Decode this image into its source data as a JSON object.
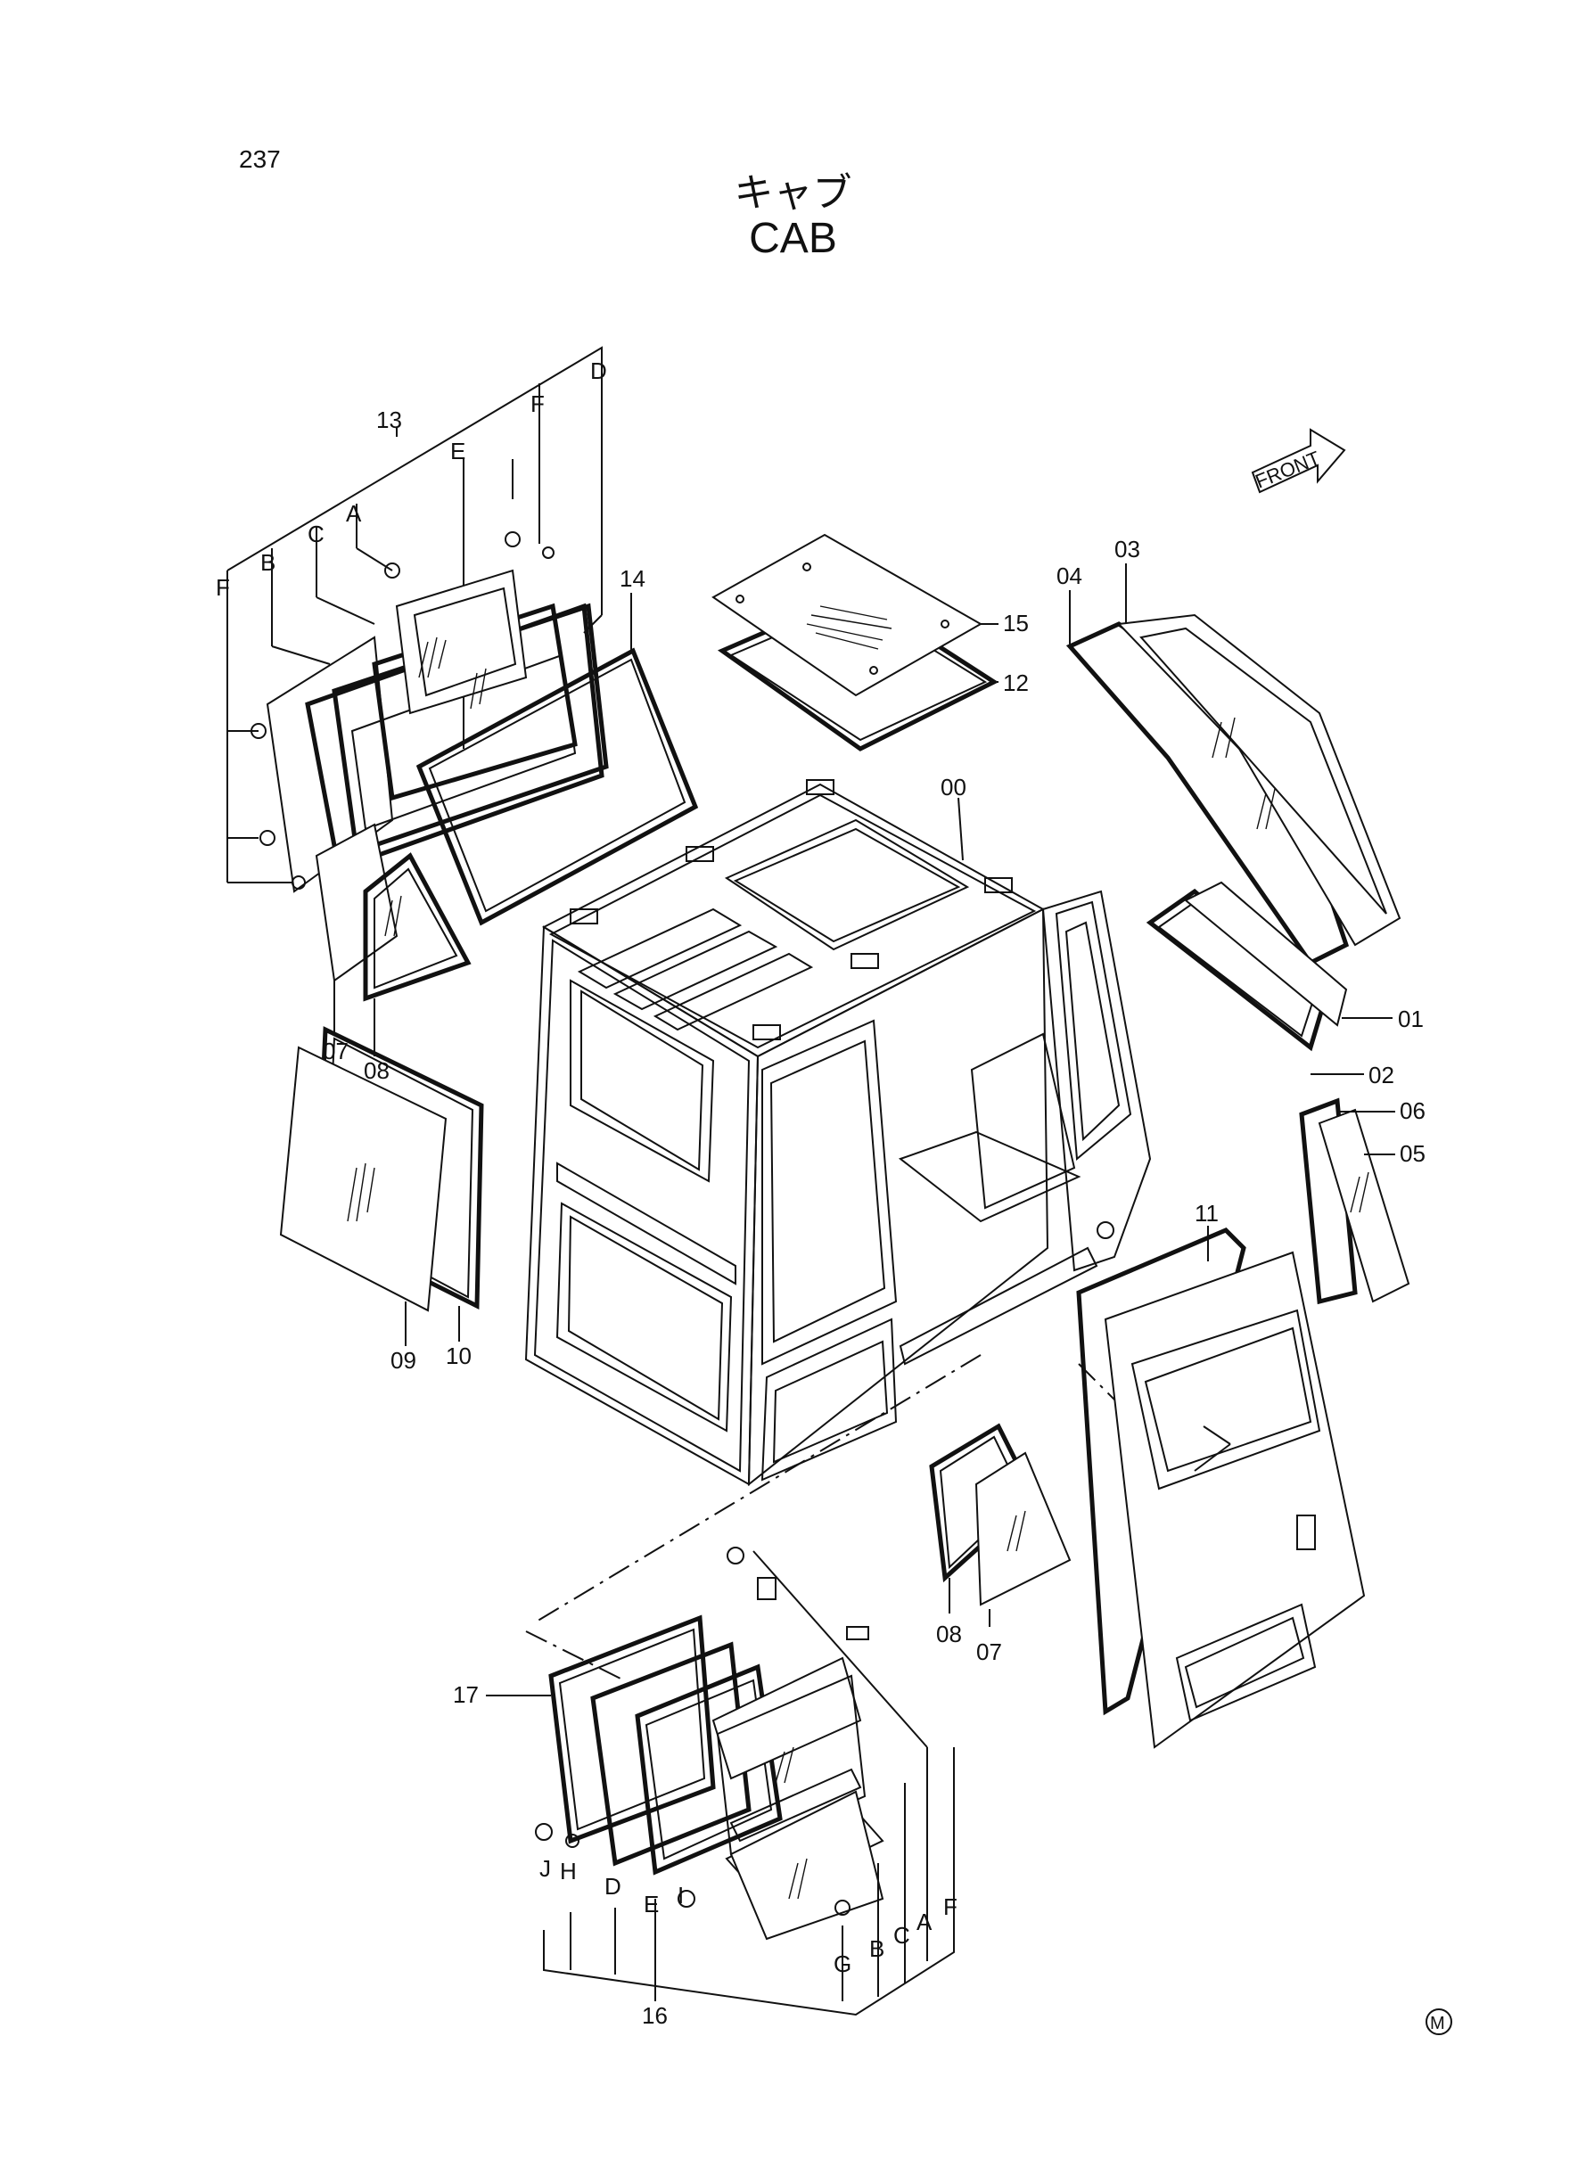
{
  "page_number": "237",
  "title_jp": "キャブ",
  "title_en": "CAB",
  "front_label": "FRONT",
  "mark": "M",
  "callouts": {
    "c00": "00",
    "c01": "01",
    "c02": "02",
    "c03": "03",
    "c04": "04",
    "c05": "05",
    "c06": "06",
    "c07a": "07",
    "c07b": "07",
    "c08a": "08",
    "c08b": "08",
    "c09": "09",
    "c10": "10",
    "c11": "11",
    "c12": "12",
    "c13": "13",
    "c14": "14",
    "c15": "15",
    "c16": "16",
    "c17": "17"
  },
  "group13_letters": {
    "D": "D",
    "F1": "F",
    "E": "E",
    "A": "A",
    "C": "C",
    "B": "B",
    "F2": "F"
  },
  "group16_letters": {
    "J": "J",
    "H": "H",
    "D": "D",
    "E": "E",
    "I": "I",
    "G": "G",
    "B": "B",
    "C": "C",
    "A": "A",
    "F": "F"
  }
}
